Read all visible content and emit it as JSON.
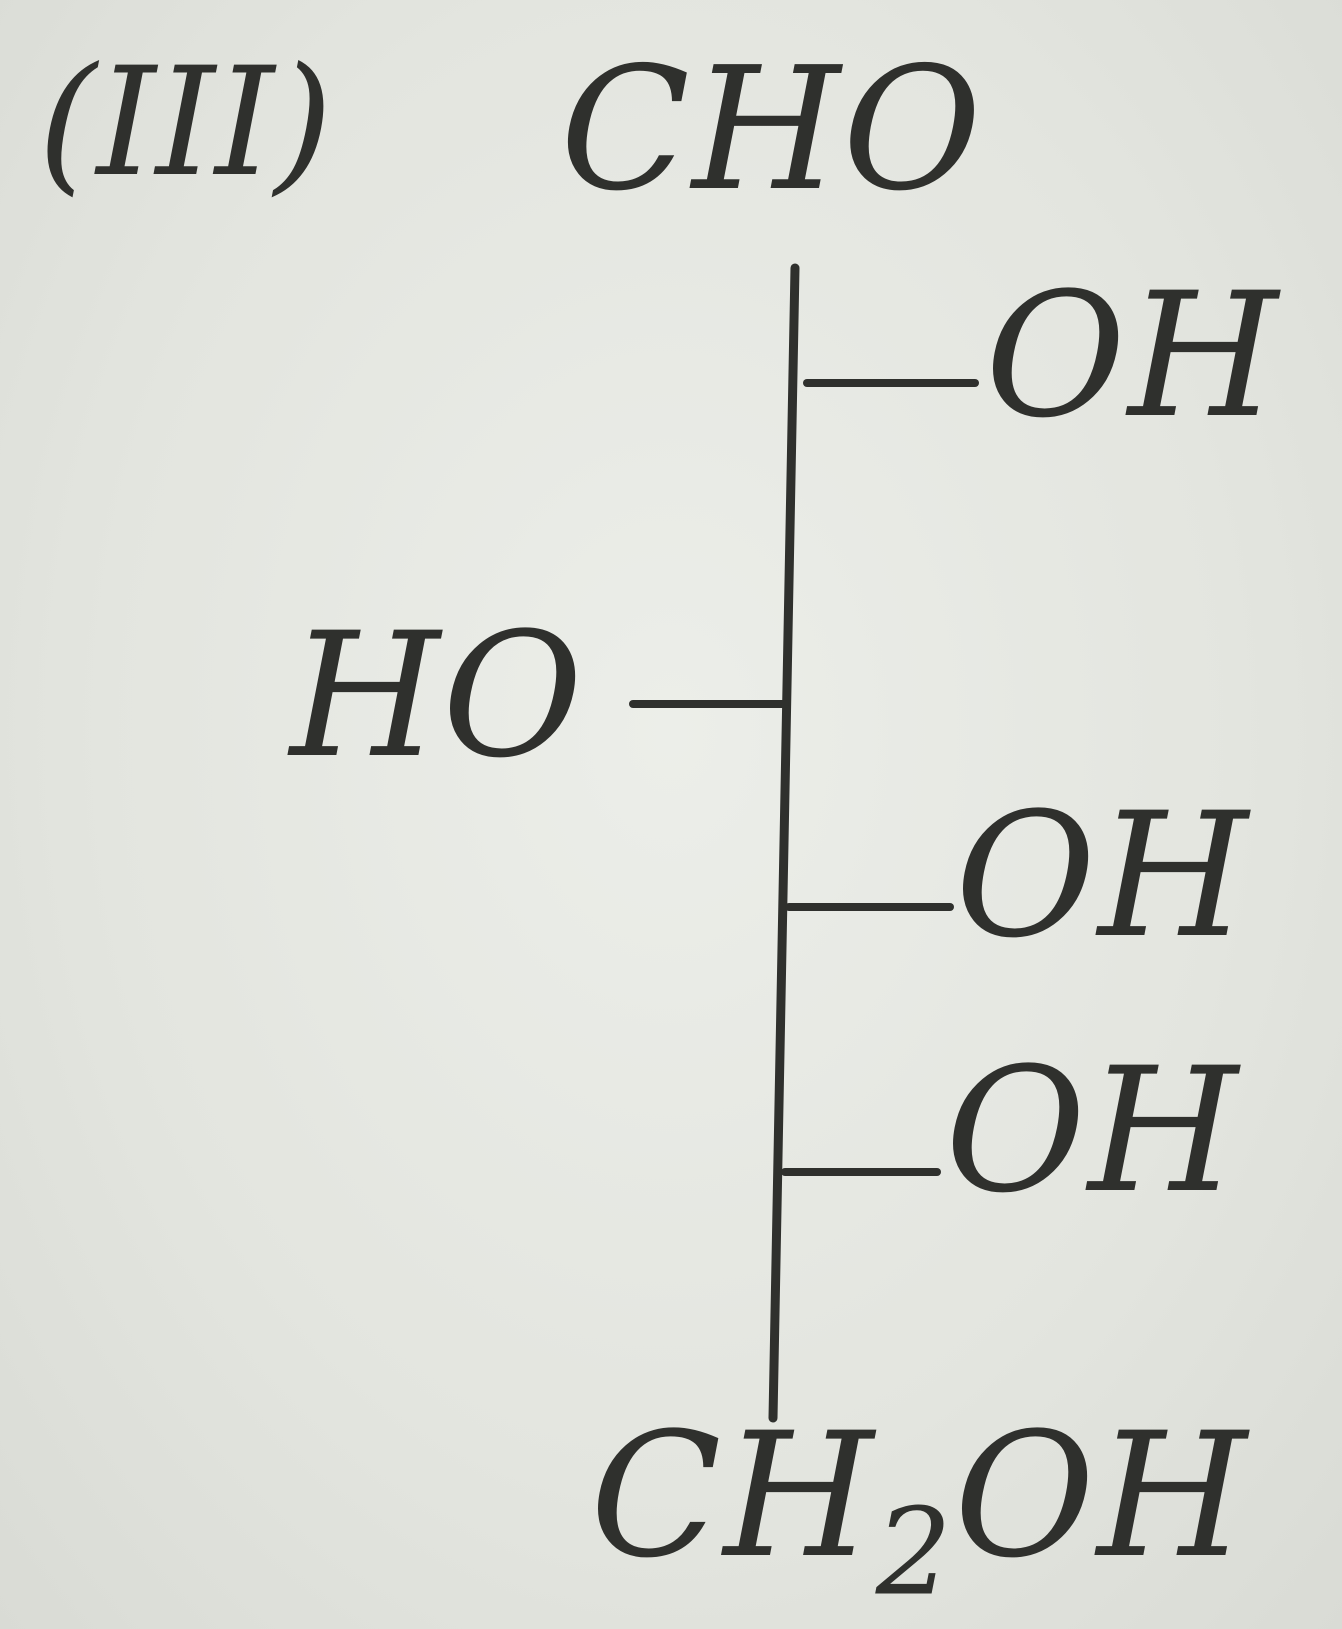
{
  "label": "(III)",
  "structure": {
    "top_group": "CHO",
    "substituents": [
      {
        "carbon": "C2",
        "side": "right",
        "text": "OH"
      },
      {
        "carbon": "C3",
        "side": "left",
        "text": "HO"
      },
      {
        "carbon": "C4",
        "side": "right",
        "text": "OH"
      },
      {
        "carbon": "C5",
        "side": "right",
        "text": "OH"
      }
    ],
    "bottom_group": {
      "main": "CH",
      "subscript": "2",
      "suffix": "OH"
    }
  },
  "colors": {
    "ink": "#2f302d",
    "paper": "#e4e6e1"
  }
}
